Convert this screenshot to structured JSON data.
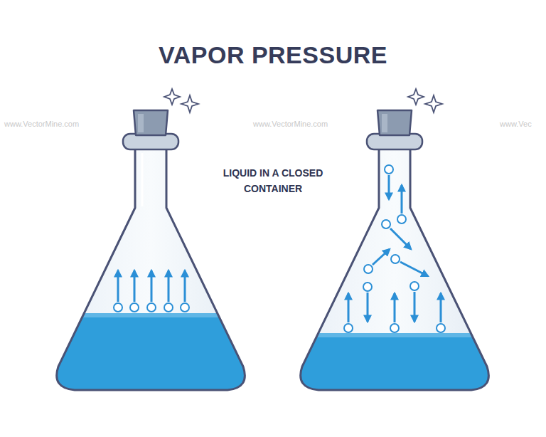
{
  "diagram": {
    "title": "VAPOR PRESSURE",
    "labels": [
      "LIQUID IN A CLOSED CONTAINER",
      "www.VectorMine.com",
      "www.VectorMine.com",
      "www.Vec"
    ]
  }
}
